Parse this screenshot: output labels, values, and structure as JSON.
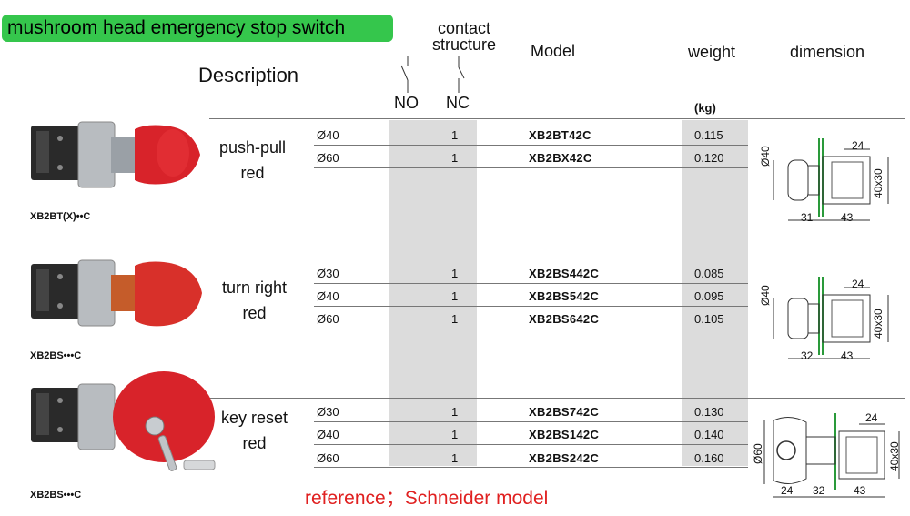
{
  "title": "mushroom head emergency stop switch",
  "headers": {
    "description": "Description",
    "contact_structure": "contact\nstructure",
    "no": "NO",
    "nc": "NC",
    "model": "Model",
    "weight": "weight",
    "weight_unit": "(kg)",
    "dimension": "dimension"
  },
  "groups": [
    {
      "description": "push-pull\nred",
      "caption": "XB2BT(X)••C",
      "rows": [
        {
          "size": "Ø40",
          "no": "",
          "nc": "1",
          "model": "XB2BT42C",
          "weight": "0.115"
        },
        {
          "size": "Ø60",
          "no": "",
          "nc": "1",
          "model": "XB2BX42C",
          "weight": "0.120"
        }
      ],
      "dims": {
        "dia": "Ø40",
        "top": "24",
        "side": "40x30",
        "left": "31",
        "right": "43"
      }
    },
    {
      "description": "turn right\nred",
      "caption": "XB2BS•••C",
      "rows": [
        {
          "size": "Ø30",
          "no": "",
          "nc": "1",
          "model": "XB2BS442C",
          "weight": "0.085"
        },
        {
          "size": "Ø40",
          "no": "",
          "nc": "1",
          "model": "XB2BS542C",
          "weight": "0.095"
        },
        {
          "size": "Ø60",
          "no": "",
          "nc": "1",
          "model": "XB2BS642C",
          "weight": "0.105"
        }
      ],
      "dims": {
        "dia": "Ø40",
        "top": "24",
        "side": "40x30",
        "left": "32",
        "right": "43"
      }
    },
    {
      "description": "key reset\nred",
      "caption": "XB2BS•••C",
      "rows": [
        {
          "size": "Ø30",
          "no": "",
          "nc": "1",
          "model": "XB2BS742C",
          "weight": "0.130"
        },
        {
          "size": "Ø40",
          "no": "",
          "nc": "1",
          "model": "XB2BS142C",
          "weight": "0.140"
        },
        {
          "size": "Ø60",
          "no": "",
          "nc": "1",
          "model": "XB2BS242C",
          "weight": "0.160"
        }
      ],
      "dims": {
        "dia": "Ø60",
        "top": "24",
        "side": "40x30",
        "left": "24",
        "mid": "32",
        "right": "43"
      }
    }
  ],
  "reference": "reference；Schneider model",
  "colors": {
    "title_bg": "#35c64c",
    "shade": "#dcdcdc",
    "reference": "#e02020",
    "button_red": "#d8232a"
  }
}
